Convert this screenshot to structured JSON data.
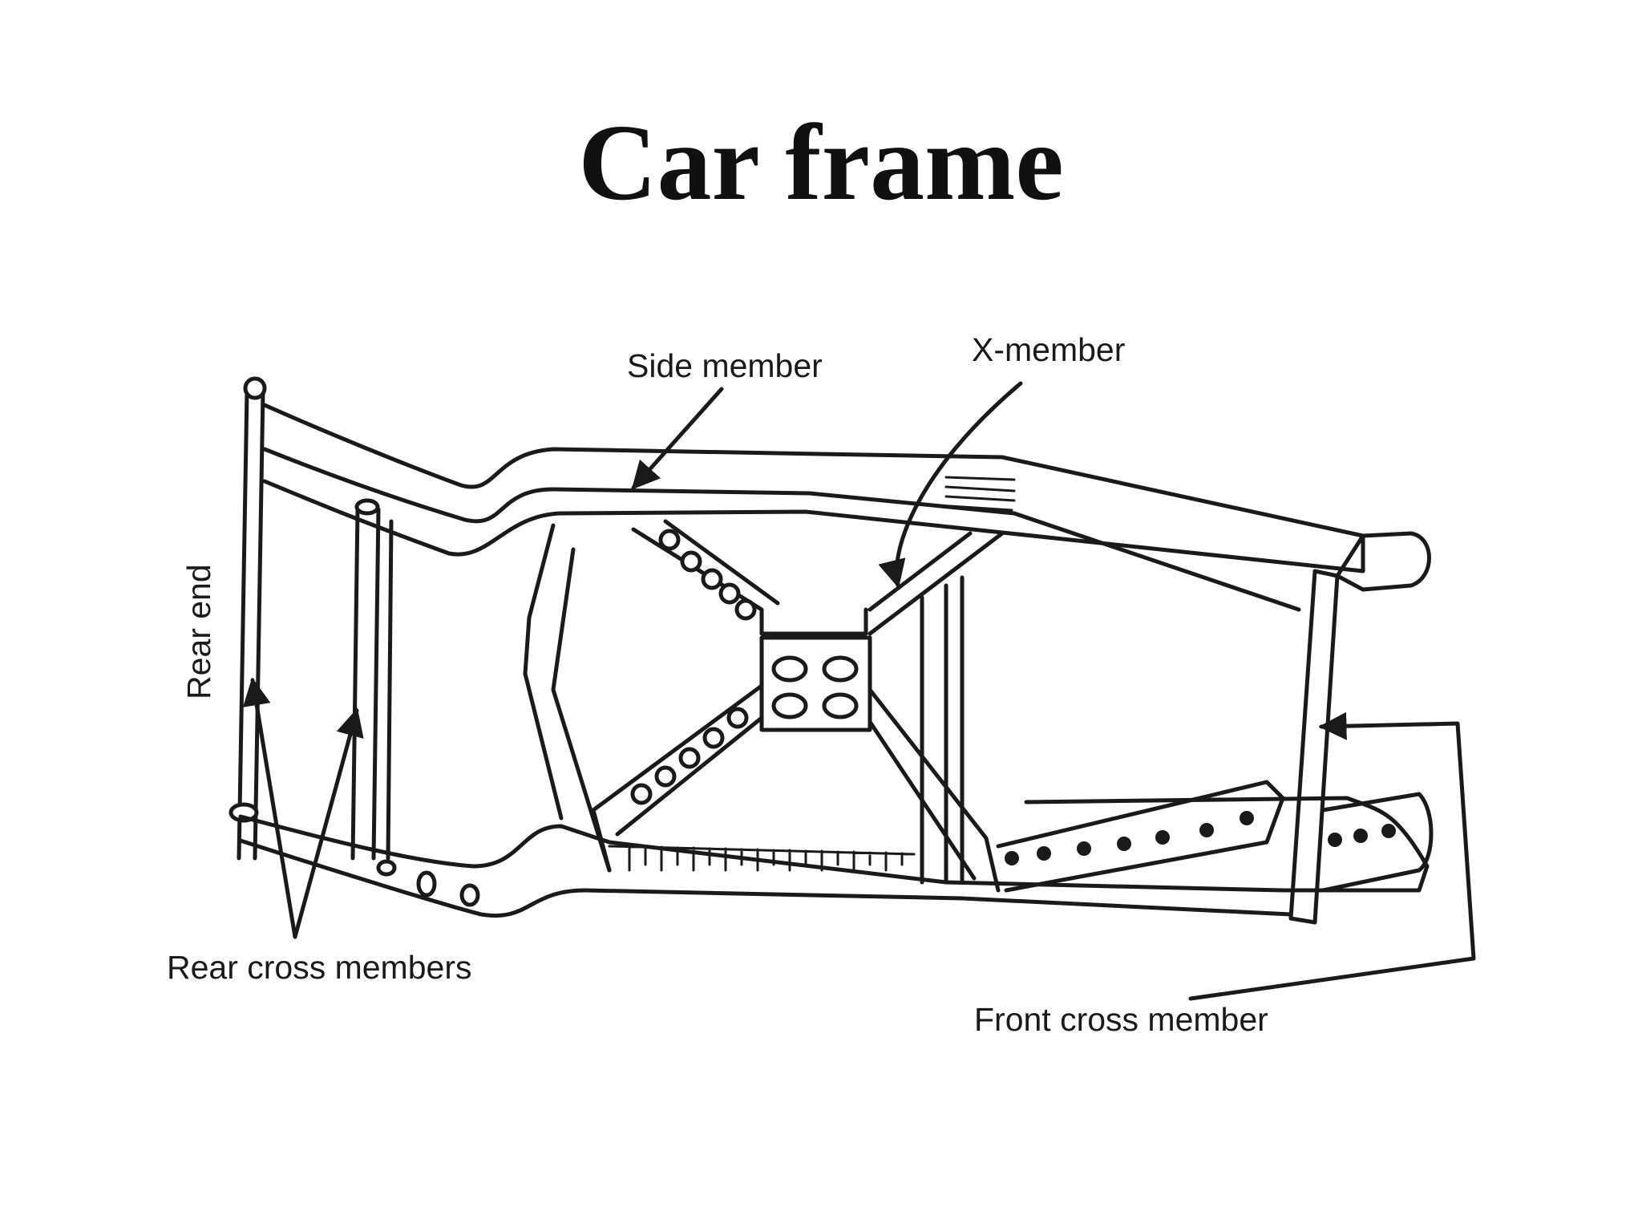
{
  "slide": {
    "title": "Car frame"
  },
  "diagram": {
    "labels": {
      "side_member": "Side member",
      "x_member": "X-member",
      "rear_end": "Rear end",
      "rear_cross_members": "Rear cross members",
      "front_cross_member": "Front cross member"
    }
  }
}
